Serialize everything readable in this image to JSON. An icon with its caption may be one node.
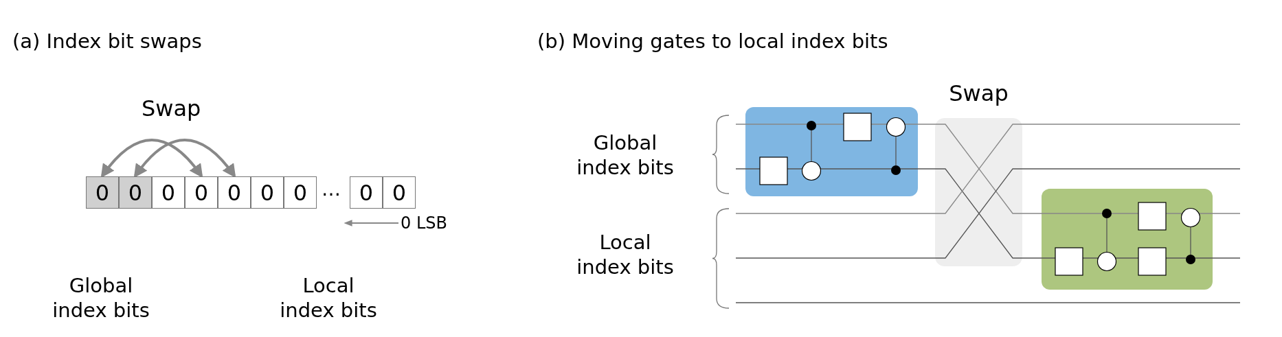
{
  "diagram": {
    "nodes": [
      {
        "text": [
          "0"
        ]
      },
      {
        "text": [
          "0"
        ]
      },
      {
        "text": [
          "0"
        ]
      },
      {
        "text": [
          "0"
        ]
      },
      {
        "text": [
          "0"
        ]
      },
      {
        "text": [
          "0"
        ]
      },
      {
        "text": [
          "0"
        ]
      },
      {
        "text": [
          "0"
        ]
      },
      {
        "text": [
          "0"
        ]
      },
      {
        "text": [
          "0 LSB"
        ]
      },
      {
        "text": [
          "Swap"
        ]
      }
    ],
    "edges": [
      {
        "from": 0,
        "to": 3,
        "arrow": "both"
      },
      {
        "from": 1,
        "to": 4,
        "arrow": "both"
      },
      {
        "from": 9,
        "to": 7,
        "arrow": "to"
      }
    ],
    "labels": [
      "(a) Index bit swaps",
      "(b) Moving gates to local index bits",
      "Swap",
      "…",
      "Global index bits",
      "Local index bits",
      "Global index bits",
      "Local index bits"
    ]
  }
}
